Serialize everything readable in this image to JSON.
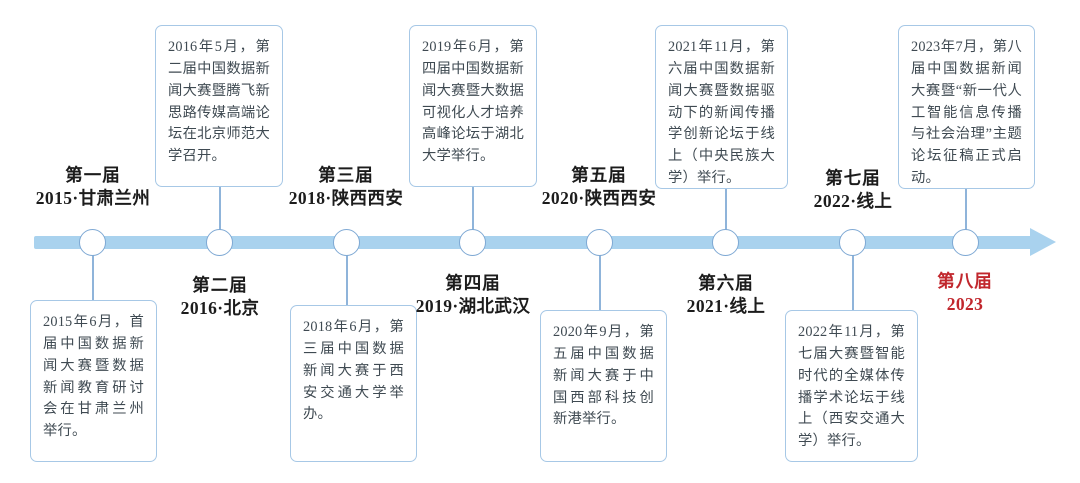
{
  "theme": {
    "axis_color": "#a9d2ee",
    "box_border_color": "#a7c8e6",
    "stem_color": "#8fb4da",
    "circle_border_color": "#7fa9d4",
    "text_color": "#3f4a52",
    "label_color": "#1c1c1c",
    "highlight_color": "#c1272d"
  },
  "timeline": {
    "nodes": [
      {
        "ordinal": "第一届",
        "place": "2015·甘肃兰州",
        "highlight": false,
        "label_position": "above",
        "box_position": "below",
        "detail": "2015年6月，首届中国数据新闻大赛暨数据新闻教育研讨会在甘肃兰州举行。"
      },
      {
        "ordinal": "第二届",
        "place": "2016·北京",
        "highlight": false,
        "label_position": "below",
        "box_position": "above",
        "detail": "2016年5月，第二届中国数据新闻大赛暨腾飞新思路传媒高端论坛在北京师范大学召开。"
      },
      {
        "ordinal": "第三届",
        "place": "2018·陕西西安",
        "highlight": false,
        "label_position": "above",
        "box_position": "below",
        "detail": "2018年6月，第三届中国数据新闻大赛于西安交通大学举办。"
      },
      {
        "ordinal": "第四届",
        "place": "2019·湖北武汉",
        "highlight": false,
        "label_position": "below",
        "box_position": "above",
        "detail": "2019年6月，第四届中国数据新闻大赛暨大数据可视化人才培养高峰论坛于湖北大学举行。"
      },
      {
        "ordinal": "第五届",
        "place": "2020·陕西西安",
        "highlight": false,
        "label_position": "above",
        "box_position": "below",
        "detail": "2020年9月，第五届中国数据新闻大赛于中国西部科技创新港举行。"
      },
      {
        "ordinal": "第六届",
        "place": "2021·线上",
        "highlight": false,
        "label_position": "below",
        "box_position": "above",
        "detail": "2021年11月，第六届中国数据新闻大赛暨数据驱动下的新闻传播学创新论坛于线上（中央民族大学）举行。"
      },
      {
        "ordinal": "第七届",
        "place": "2022·线上",
        "highlight": false,
        "label_position": "above",
        "box_position": "below",
        "detail": "2022年11月，第七届大赛暨智能时代的全媒体传播学术论坛于线上（西安交通大学）举行。"
      },
      {
        "ordinal": "第八届",
        "place": "2023",
        "highlight": true,
        "label_position": "below",
        "box_position": "above",
        "detail": "2023年7月，第八届中国数据新闻大赛暨“新一代人工智能信息传播与社会治理”主题论坛征稿正式启动。"
      }
    ]
  }
}
